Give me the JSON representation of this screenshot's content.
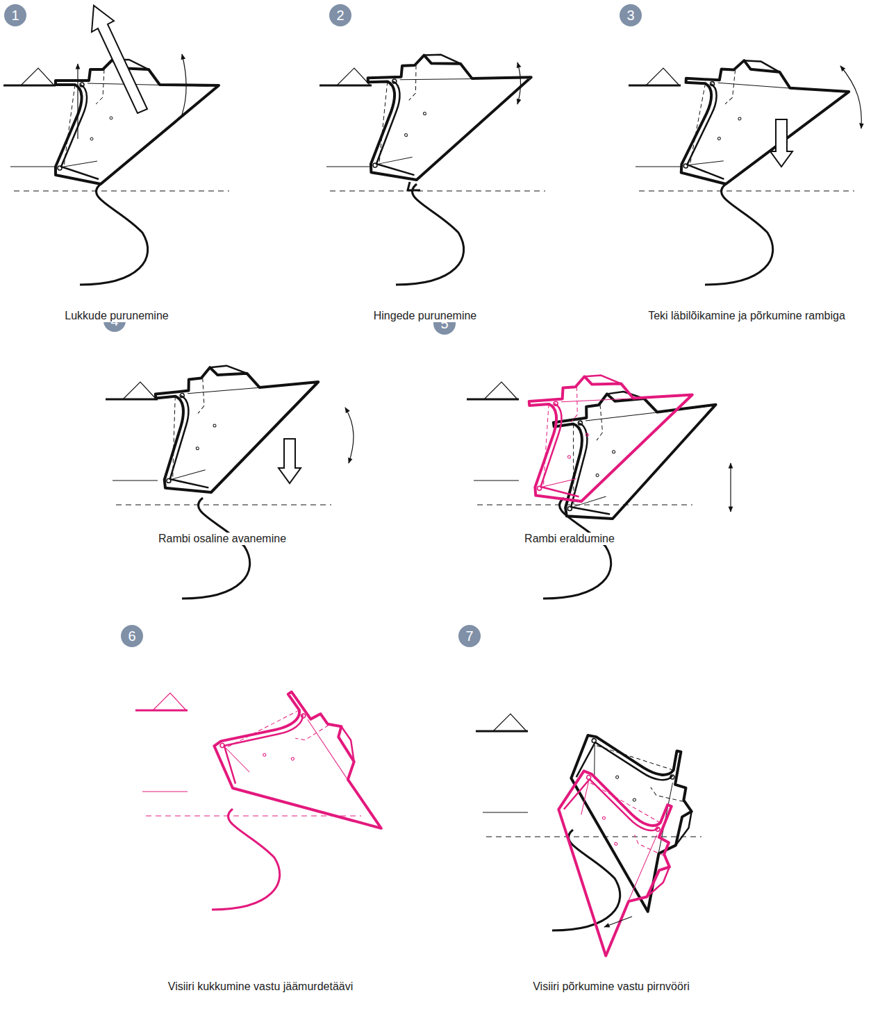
{
  "diagram": {
    "nodes": [
      {
        "text": [
          "1"
        ]
      },
      {
        "text": [
          "2"
        ]
      },
      {
        "text": [
          "3"
        ]
      },
      {
        "text": [
          "4"
        ]
      },
      {
        "text": [
          "5"
        ]
      },
      {
        "text": [
          "6"
        ]
      },
      {
        "text": [
          "7"
        ]
      }
    ],
    "labels": [
      "Lukkude purunemine",
      "Hingede purunemine",
      "Teki läbilõikamine ja põrkumine rambiga",
      "Rambi osaline avanemine",
      "Rambi eraldumine",
      "Visiiri kukkumine vastu jäämurdetäävi",
      "Visiiri põrkumine vastu pirnvööri"
    ]
  }
}
